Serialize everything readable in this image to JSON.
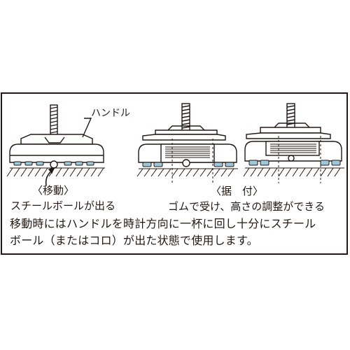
{
  "labels": {
    "handle": "ハンドル",
    "move_state": "〈移動〉",
    "move_desc": "スチールボールが出る",
    "fix_state": "〈据　付〉",
    "fix_desc": "ゴムで受け、高さの調整ができる"
  },
  "instruction": {
    "line1": "移動時にはハンドルを時計方向に一杯に回し十分にスチール",
    "line2": "ボール（またはコロ）が出た状態で使用します。"
  },
  "colors": {
    "ink": "#231815",
    "rubber_pad": "#9fc7d8",
    "background": "#ffffff"
  }
}
